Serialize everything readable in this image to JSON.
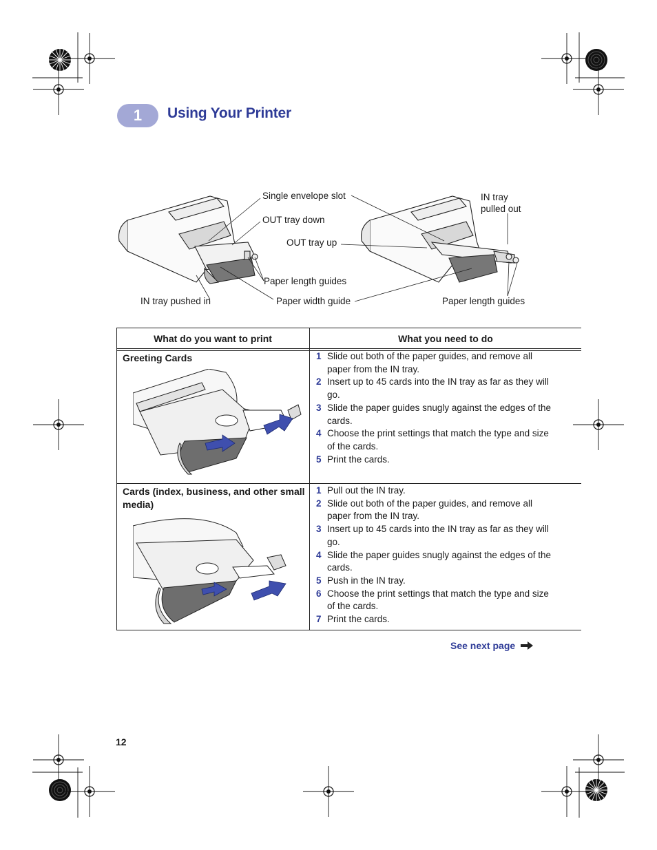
{
  "chapter": {
    "number": "1",
    "title": "Using Your Printer"
  },
  "diagram": {
    "labels": {
      "single_envelope_slot": "Single envelope slot",
      "out_tray_down": "OUT tray down",
      "out_tray_up": "OUT tray up",
      "paper_length_guides_left": "Paper length guides",
      "in_tray_pushed_in": "IN tray pushed in",
      "paper_width_guide": "Paper width guide",
      "in_tray_pulled_out_line1": "IN tray",
      "in_tray_pulled_out_line2": "pulled out",
      "paper_length_guides_right": "Paper length guides"
    }
  },
  "table": {
    "headers": [
      "What do you want to print",
      "What you need to do"
    ],
    "rows": [
      {
        "title": "Greeting Cards",
        "steps": [
          {
            "n": "1",
            "text": "Slide out both of the paper guides, and remove all paper from the IN tray."
          },
          {
            "n": "2",
            "text": "Insert up to 45 cards into the IN tray as far as they will go."
          },
          {
            "n": "3",
            "text": "Slide the paper guides snugly against the edges of the cards."
          },
          {
            "n": "4",
            "text": "Choose the print settings that match the type and size of the cards."
          },
          {
            "n": "5",
            "text": "Print the cards."
          }
        ]
      },
      {
        "title": "Cards (index, business, and other small media)",
        "steps": [
          {
            "n": "1",
            "text": "Pull out the IN tray."
          },
          {
            "n": "2",
            "text": "Slide out both of the paper guides, and remove all paper from the IN tray."
          },
          {
            "n": "3",
            "text": "Insert up to 45 cards into the IN tray as far as they will go."
          },
          {
            "n": "4",
            "text": "Slide the paper guides snugly against the edges of the cards."
          },
          {
            "n": "5",
            "text": "Push in the IN tray."
          },
          {
            "n": "6",
            "text": "Choose the print settings that match the type and size of the cards."
          },
          {
            "n": "7",
            "text": "Print the cards."
          }
        ]
      }
    ]
  },
  "footer": {
    "see_next_page": "See next page",
    "page_number": "12"
  },
  "colors": {
    "accent": "#2e3b97",
    "badge": "#a3a8d6",
    "arrow_blue": "#3f4fae"
  }
}
